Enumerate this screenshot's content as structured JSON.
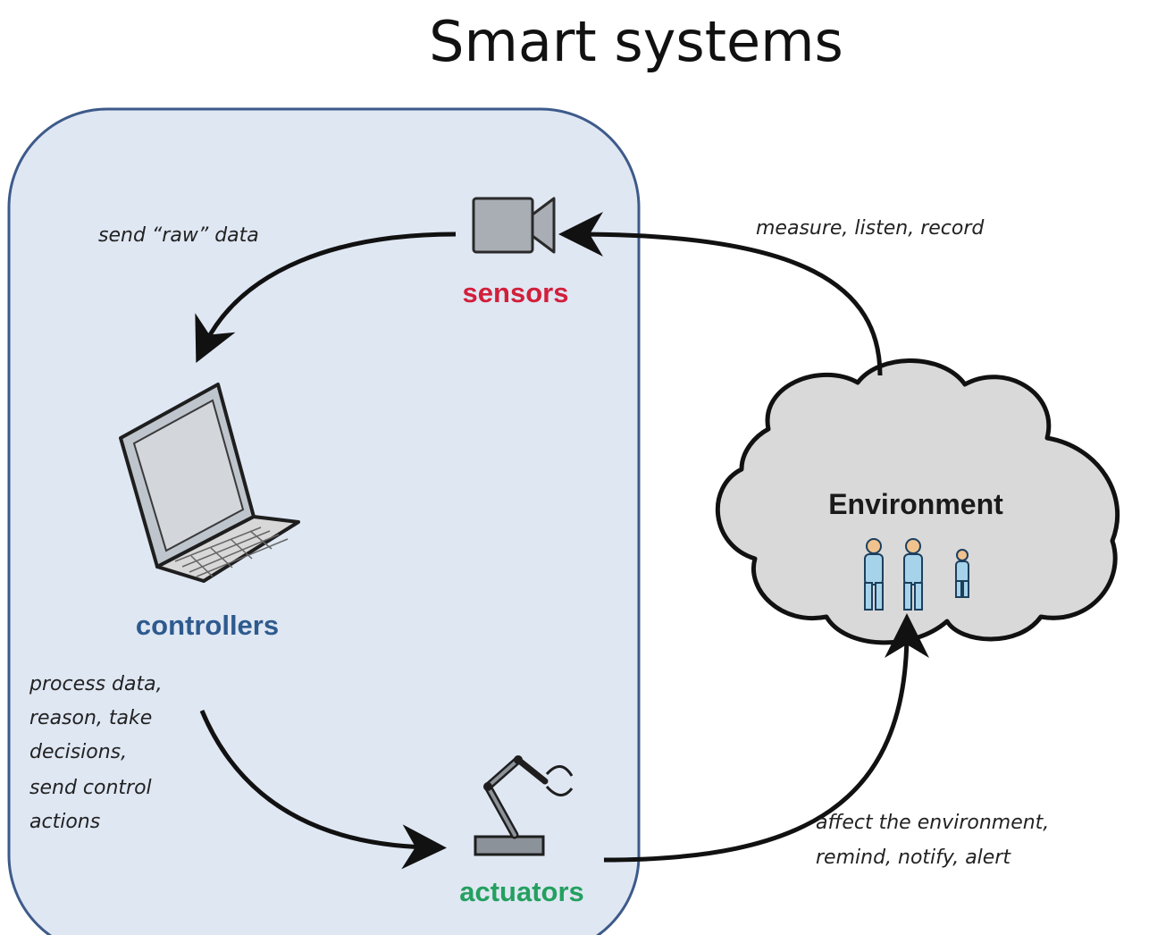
{
  "title": "Smart systems",
  "components": {
    "sensors": {
      "label": "sensors",
      "color": "#d21f3a",
      "icon": "camera-icon"
    },
    "controllers": {
      "label": "controllers",
      "color": "#2e5a8e",
      "icon": "laptop-icon"
    },
    "actuators": {
      "label": "actuators",
      "color": "#23a05f",
      "icon": "robot-arm-icon"
    }
  },
  "environment": {
    "label": "Environment",
    "icon": "people-icon"
  },
  "annotations": {
    "send_raw_data": "send “raw” data",
    "process": [
      "process data,",
      "reason, take",
      "decisions,",
      "send control",
      "actions"
    ],
    "measure": "measure, listen, record",
    "affect": [
      "affect the environment,",
      "remind, notify, alert"
    ]
  },
  "colors": {
    "system_panel_fill": "#dfe7f3",
    "system_panel_border": "#3d5a8a",
    "cloud_fill": "#d9d9d9",
    "arrow": "#000000"
  }
}
